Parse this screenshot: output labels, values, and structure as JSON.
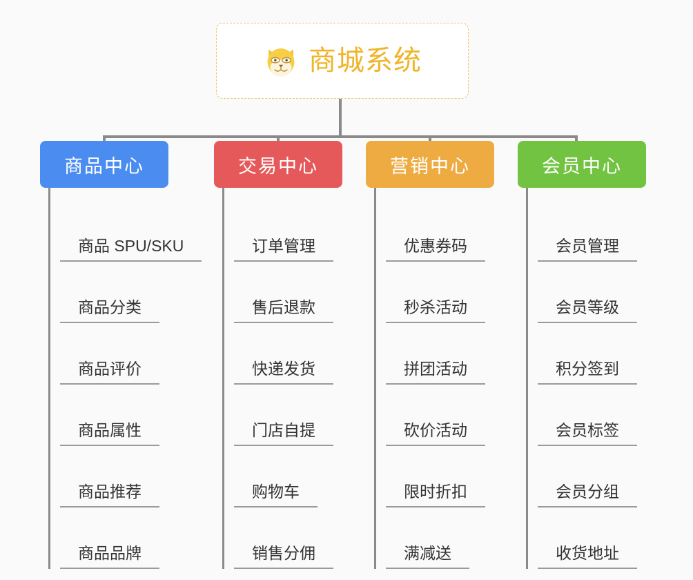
{
  "root": {
    "title": "商城系统",
    "icon": "shiba-dog-face-icon",
    "border_color": "#f0c070",
    "title_color": "#f0b429",
    "background": "#ffffff"
  },
  "canvas": {
    "background": "#fafafa",
    "connector_color": "#8a8a8a"
  },
  "columns": [
    {
      "header": "商品中心",
      "color": "#4a8cf0",
      "items": [
        "商品 SPU/SKU",
        "商品分类",
        "商品评价",
        "商品属性",
        "商品推荐",
        "商品品牌"
      ]
    },
    {
      "header": "交易中心",
      "color": "#e5595a",
      "items": [
        "订单管理",
        "售后退款",
        "快递发货",
        "门店自提",
        "购物车",
        "销售分佣"
      ]
    },
    {
      "header": "营销中心",
      "color": "#eeab41",
      "items": [
        "优惠券码",
        "秒杀活动",
        "拼团活动",
        "砍价活动",
        "限时折扣",
        "满减送"
      ]
    },
    {
      "header": "会员中心",
      "color": "#72c341",
      "items": [
        "会员管理",
        "会员等级",
        "积分签到",
        "会员标签",
        "会员分组",
        "收货地址"
      ]
    }
  ]
}
